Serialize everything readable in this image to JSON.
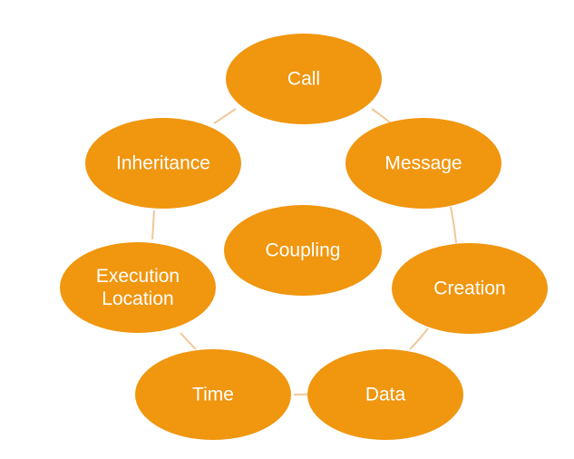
{
  "diagram": {
    "center_label": "Coupling",
    "nodes": [
      {
        "id": "call",
        "label": [
          "Call"
        ]
      },
      {
        "id": "message",
        "label": [
          "Message"
        ]
      },
      {
        "id": "creation",
        "label": [
          "Creation"
        ]
      },
      {
        "id": "data",
        "label": [
          "Data"
        ]
      },
      {
        "id": "time",
        "label": [
          "Time"
        ]
      },
      {
        "id": "execution-location",
        "label": [
          "Execution",
          "Location"
        ]
      },
      {
        "id": "inheritance",
        "label": [
          "Inheritance"
        ]
      }
    ],
    "colors": {
      "node_fill": "#f0960f",
      "connector": "#f0c79a",
      "label_text": "#ffffff"
    }
  }
}
